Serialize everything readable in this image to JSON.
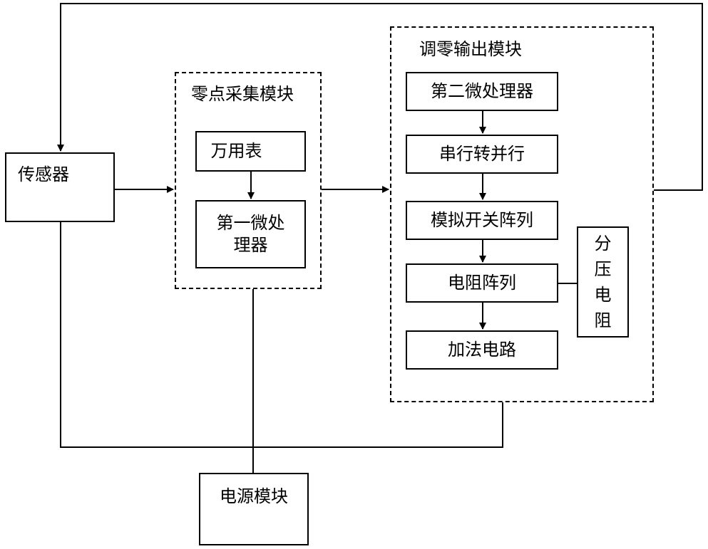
{
  "sensor": {
    "label": "传感器"
  },
  "power": {
    "label": "电源模块"
  },
  "zero_acquisition": {
    "title": "零点采集模块",
    "multimeter": "万用表",
    "mcu1": "第一微处理器"
  },
  "zero_output": {
    "title": "调零输出模块",
    "mcu2": "第二微处理器",
    "serial_to_parallel": "串行转并行",
    "analog_switch_array": "模拟开关阵列",
    "resistor_array": "电阻阵列",
    "adder_circuit": "加法电路",
    "divider_resistor": "分压电阻"
  }
}
